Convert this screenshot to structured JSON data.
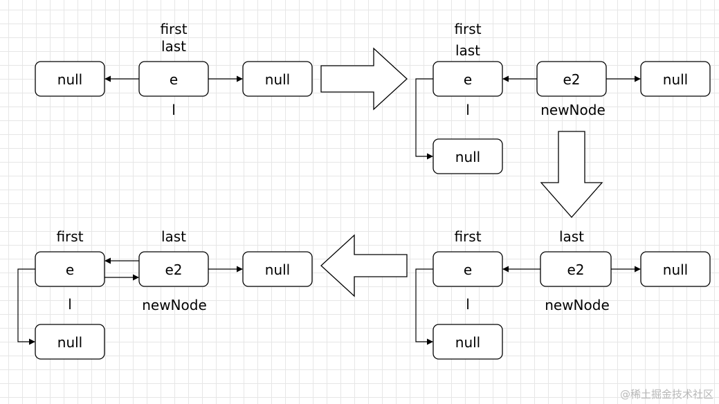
{
  "panels": {
    "p1": {
      "nodes": {
        "left": "null",
        "center": "e",
        "right": "null"
      },
      "labels": {
        "first": "first",
        "last": "last",
        "l": "l"
      }
    },
    "p2": {
      "nodes": {
        "e": "e",
        "e2": "e2",
        "right": "null",
        "bottom": "null"
      },
      "labels": {
        "first": "first",
        "last": "last",
        "l": "l",
        "newNode": "newNode"
      }
    },
    "p3": {
      "nodes": {
        "e": "e",
        "e2": "e2",
        "right": "null",
        "bottom": "null"
      },
      "labels": {
        "first": "first",
        "last": "last",
        "l": "l",
        "newNode": "newNode"
      }
    },
    "p4": {
      "nodes": {
        "e": "e",
        "e2": "e2",
        "right": "null",
        "bottom": "null"
      },
      "labels": {
        "first": "first",
        "last": "last",
        "l": "l",
        "newNode": "newNode"
      }
    }
  },
  "watermark": "@稀土掘金技术社区"
}
